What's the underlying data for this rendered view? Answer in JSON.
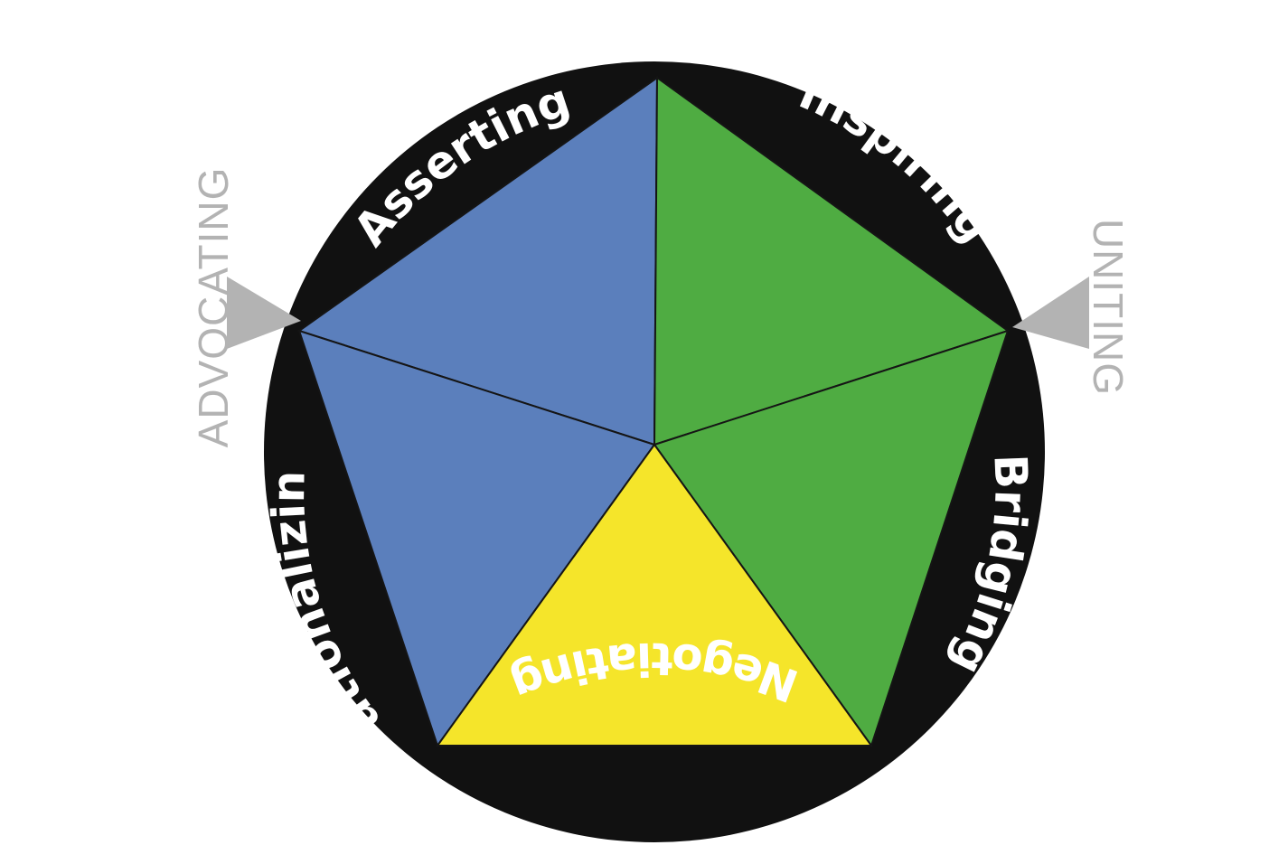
{
  "styles": {
    "asserting": "Asserting",
    "inspiring": "Inspiring",
    "bridging": "Bridging",
    "negotiating": "Negotiating",
    "rationalizing": "Rationalizing"
  },
  "groups": {
    "advocating": "ADVOCATING",
    "uniting": "UNITING"
  },
  "colors": {
    "ring": "#111111",
    "advocating_blue": "#5b7fbc",
    "uniting_green": "#4fac42",
    "negotiating_yellow": "#f5e52a",
    "group_gray": "#b3b3b3",
    "label_white": "#ffffff"
  }
}
